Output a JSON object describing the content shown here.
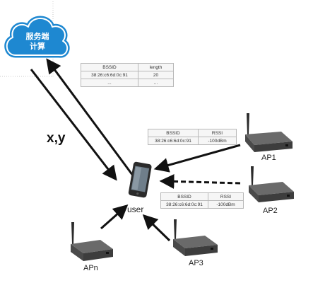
{
  "cloud": {
    "line1": "服务端",
    "line2": "计算"
  },
  "coord_label": "x,y",
  "server_table": {
    "headers": [
      "BSSID",
      "length"
    ],
    "rows": [
      [
        "38:26:c6:6d:0c:91",
        "20"
      ],
      [
        "...",
        "..."
      ]
    ]
  },
  "ap_tables": [
    {
      "headers": [
        "BSSID",
        "RSSI"
      ],
      "rows": [
        [
          "38:26:c6:6d:0c:91",
          "-100dBm"
        ]
      ]
    },
    {
      "headers": [
        "BSSID",
        "RSSI"
      ],
      "rows": [
        [
          "38:26:c6:6d:0c:91",
          "-100dBm"
        ]
      ]
    }
  ],
  "user_label": "user",
  "access_points": [
    "AP1",
    "AP2",
    "APn",
    "AP3"
  ],
  "colors": {
    "cloud": "#1e88d1",
    "arrow": "#111111",
    "router_top": "#6a6a6a",
    "router_front": "#3d3d3d"
  }
}
